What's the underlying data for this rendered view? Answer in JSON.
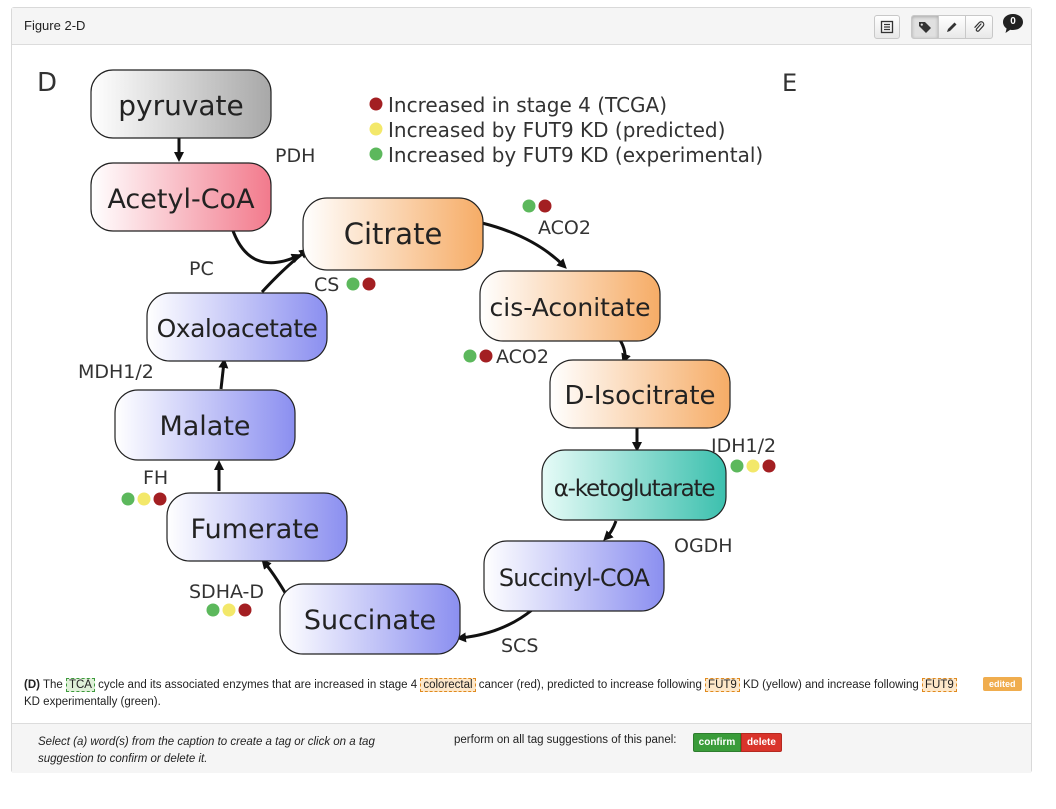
{
  "panel": {
    "title": "Figure 2-D"
  },
  "toolbar": {
    "icons": [
      "list-icon",
      "tag-icon",
      "pencil-icon",
      "paperclip-icon",
      "comment-icon"
    ],
    "comment_count": "0"
  },
  "figure": {
    "panel_letter": "D",
    "clipped_letter": "E",
    "legend": [
      {
        "label": "Increased in stage 4 (TCGA)",
        "color": "#a31f22"
      },
      {
        "label": "Increased by FUT9 KD (predicted)",
        "color": "#f3e86a"
      },
      {
        "label": "Increased by FUT9 KD (experimental)",
        "color": "#5cb85c"
      }
    ],
    "nodes": {
      "pyruvate": "pyruvate",
      "acetyl_coa": "Acetyl-CoA",
      "citrate": "Citrate",
      "cis_aconitate": "cis-Aconitate",
      "d_isocitrate": "D-Isocitrate",
      "a_ketoglutarate": "α-ketoglutarate",
      "succinyl_coa": "Succinyl-COA",
      "succinate": "Succinate",
      "fumerate": "Fumerate",
      "malate": "Malate",
      "oxaloacetate": "Oxaloacetate"
    },
    "enzymes": {
      "pdh": "PDH",
      "pc": "PC",
      "cs": "CS",
      "aco2_top": "ACO2",
      "aco2_mid": "ACO2",
      "idh": "IDH1/2",
      "ogdh": "OGDH",
      "scs": "SCS",
      "sdha": "SDHA-D",
      "fh": "FH",
      "mdh": "MDH1/2"
    }
  },
  "caption": {
    "lead": "(D)",
    "t1": " The ",
    "tag1": "TCA",
    "t2": " cycle and its associated enzymes that are increased in stage 4 ",
    "tag2": "colorectal",
    "t3": " cancer (red), predicted to increase following ",
    "tag3": "FUT9",
    "t4": " KD (yellow) and increase following ",
    "tag4": "FUT9",
    "t5": " KD experimentally (green).",
    "badge": "edited"
  },
  "footer": {
    "hint": "Select (a) word(s) from the caption to create a tag or click on a tag suggestion to confirm or delete it.",
    "perform_label": "perform on all tag suggestions of this panel:",
    "confirm": "confirm",
    "delete": "delete"
  }
}
